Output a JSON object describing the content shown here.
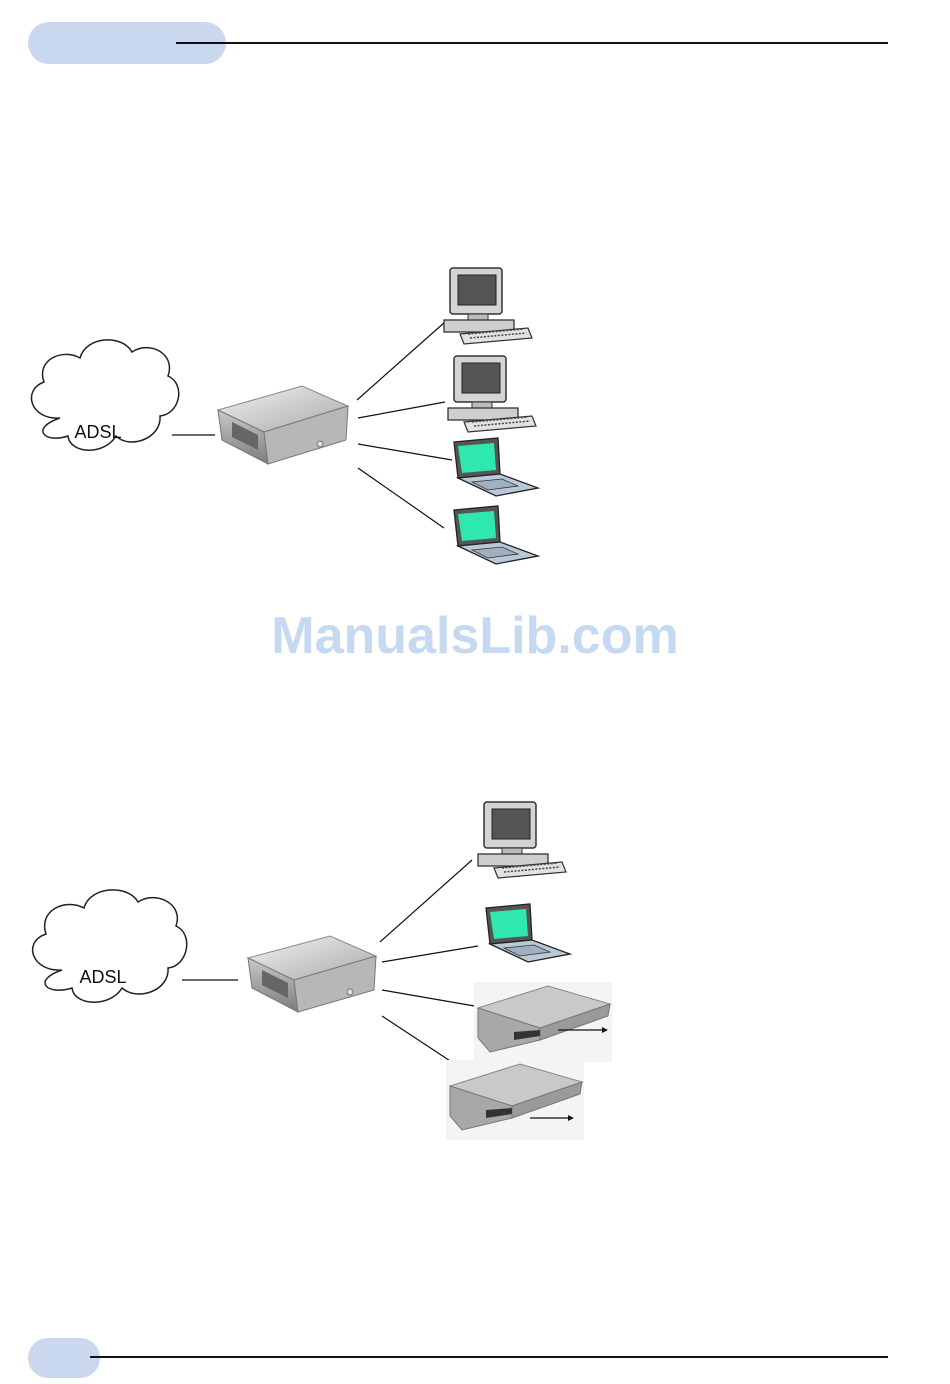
{
  "diagram_top": {
    "cloud_label": "ADSL"
  },
  "diagram_bottom": {
    "cloud_label": "ADSL"
  },
  "watermark": "ManualsLib.com",
  "colors": {
    "header_pill": "#c9d8ee",
    "screen_green": "#2ee8b0",
    "watermark": "#c5d9f1"
  }
}
